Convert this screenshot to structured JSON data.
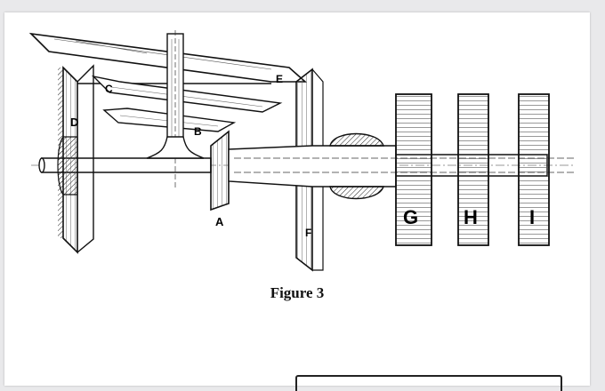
{
  "figure": {
    "caption": "Figure 3",
    "labels": {
      "A": "A",
      "B": "B",
      "C": "C",
      "D": "D",
      "E": "E",
      "F": "F",
      "G": "G",
      "H": "H",
      "I": "I"
    }
  },
  "colors": {
    "background": "#e9e9eb",
    "page": "#ffffff",
    "ink": "#111111"
  }
}
